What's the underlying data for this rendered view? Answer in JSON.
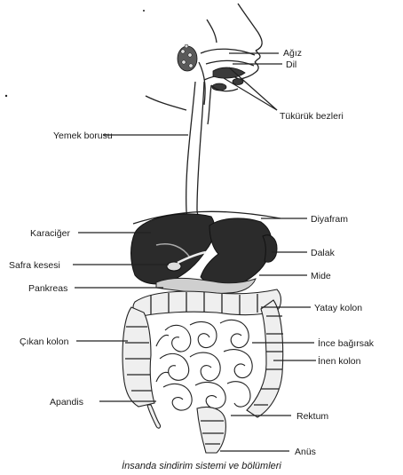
{
  "labels": {
    "agiz": "Ağız",
    "dil": "Dil",
    "tukuruk_bezleri": "Tükürük bezleri",
    "yemek_borusu": "Yemek borusu",
    "diyafram": "Diyafram",
    "karaciger": "Karaciğer",
    "dalak": "Dalak",
    "safra_kesesi": "Safra kesesi",
    "mide": "Mide",
    "pankreas": "Pankreas",
    "yatay_kolon": "Yatay kolon",
    "cikan_kolon": "Çıkan kolon",
    "ince_bagirsak": "İnce bağırsak",
    "inen_kolon": "İnen kolon",
    "apandis": "Apandis",
    "rektum": "Rektum",
    "anus": "Anüs"
  },
  "caption": "İnsanda sindirim sistemi ve bölümleri"
}
